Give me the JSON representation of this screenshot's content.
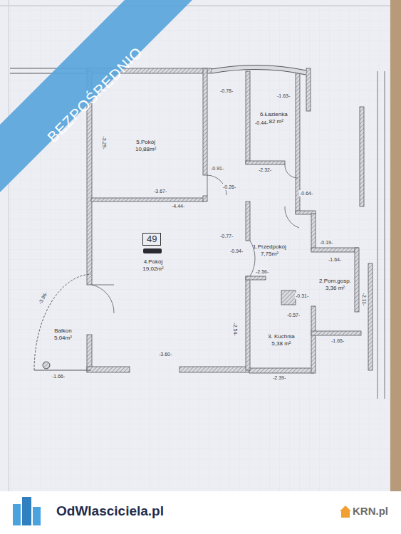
{
  "diagram": {
    "nodes": [
      {
        "text": [
          "5.Pokój",
          "10,88m²"
        ]
      },
      {
        "text": [
          "6.Łazienka",
          "5,82 m²"
        ]
      },
      {
        "text": [
          "1.Przedpokój",
          "7,75m²"
        ]
      },
      {
        "text": [
          "4.Pokój",
          "19,02m²"
        ]
      },
      {
        "text": [
          "49"
        ],
        "in": 3
      },
      {
        "text": [
          "2.Pom.gosp.",
          "3,36 m²"
        ]
      },
      {
        "text": [
          "Balkon",
          "5,04m²"
        ]
      },
      {
        "text": [
          "3. Kuchnia",
          "5,38 m²"
        ]
      }
    ],
    "labels": [
      "BEZPOŚREDNIO",
      "OdWlasciciela.pl",
      "KRN.pl",
      "-4.44-",
      "-3.67-",
      "-3.60-",
      "-2.39-",
      "-2.56-",
      "-2.32-",
      "-1.63-",
      "-0.78-",
      "-0.44-",
      "-0.91-",
      "-0.26-",
      "-0.77-",
      "-0.94-",
      "-1.64-",
      "-1.65-",
      "-0.57-",
      "-0.31-",
      "-0.19-",
      "-0.64-",
      "-1.66-",
      "-2.54-",
      "-3.96-",
      "-3.29-",
      "-2.11-"
    ]
  }
}
